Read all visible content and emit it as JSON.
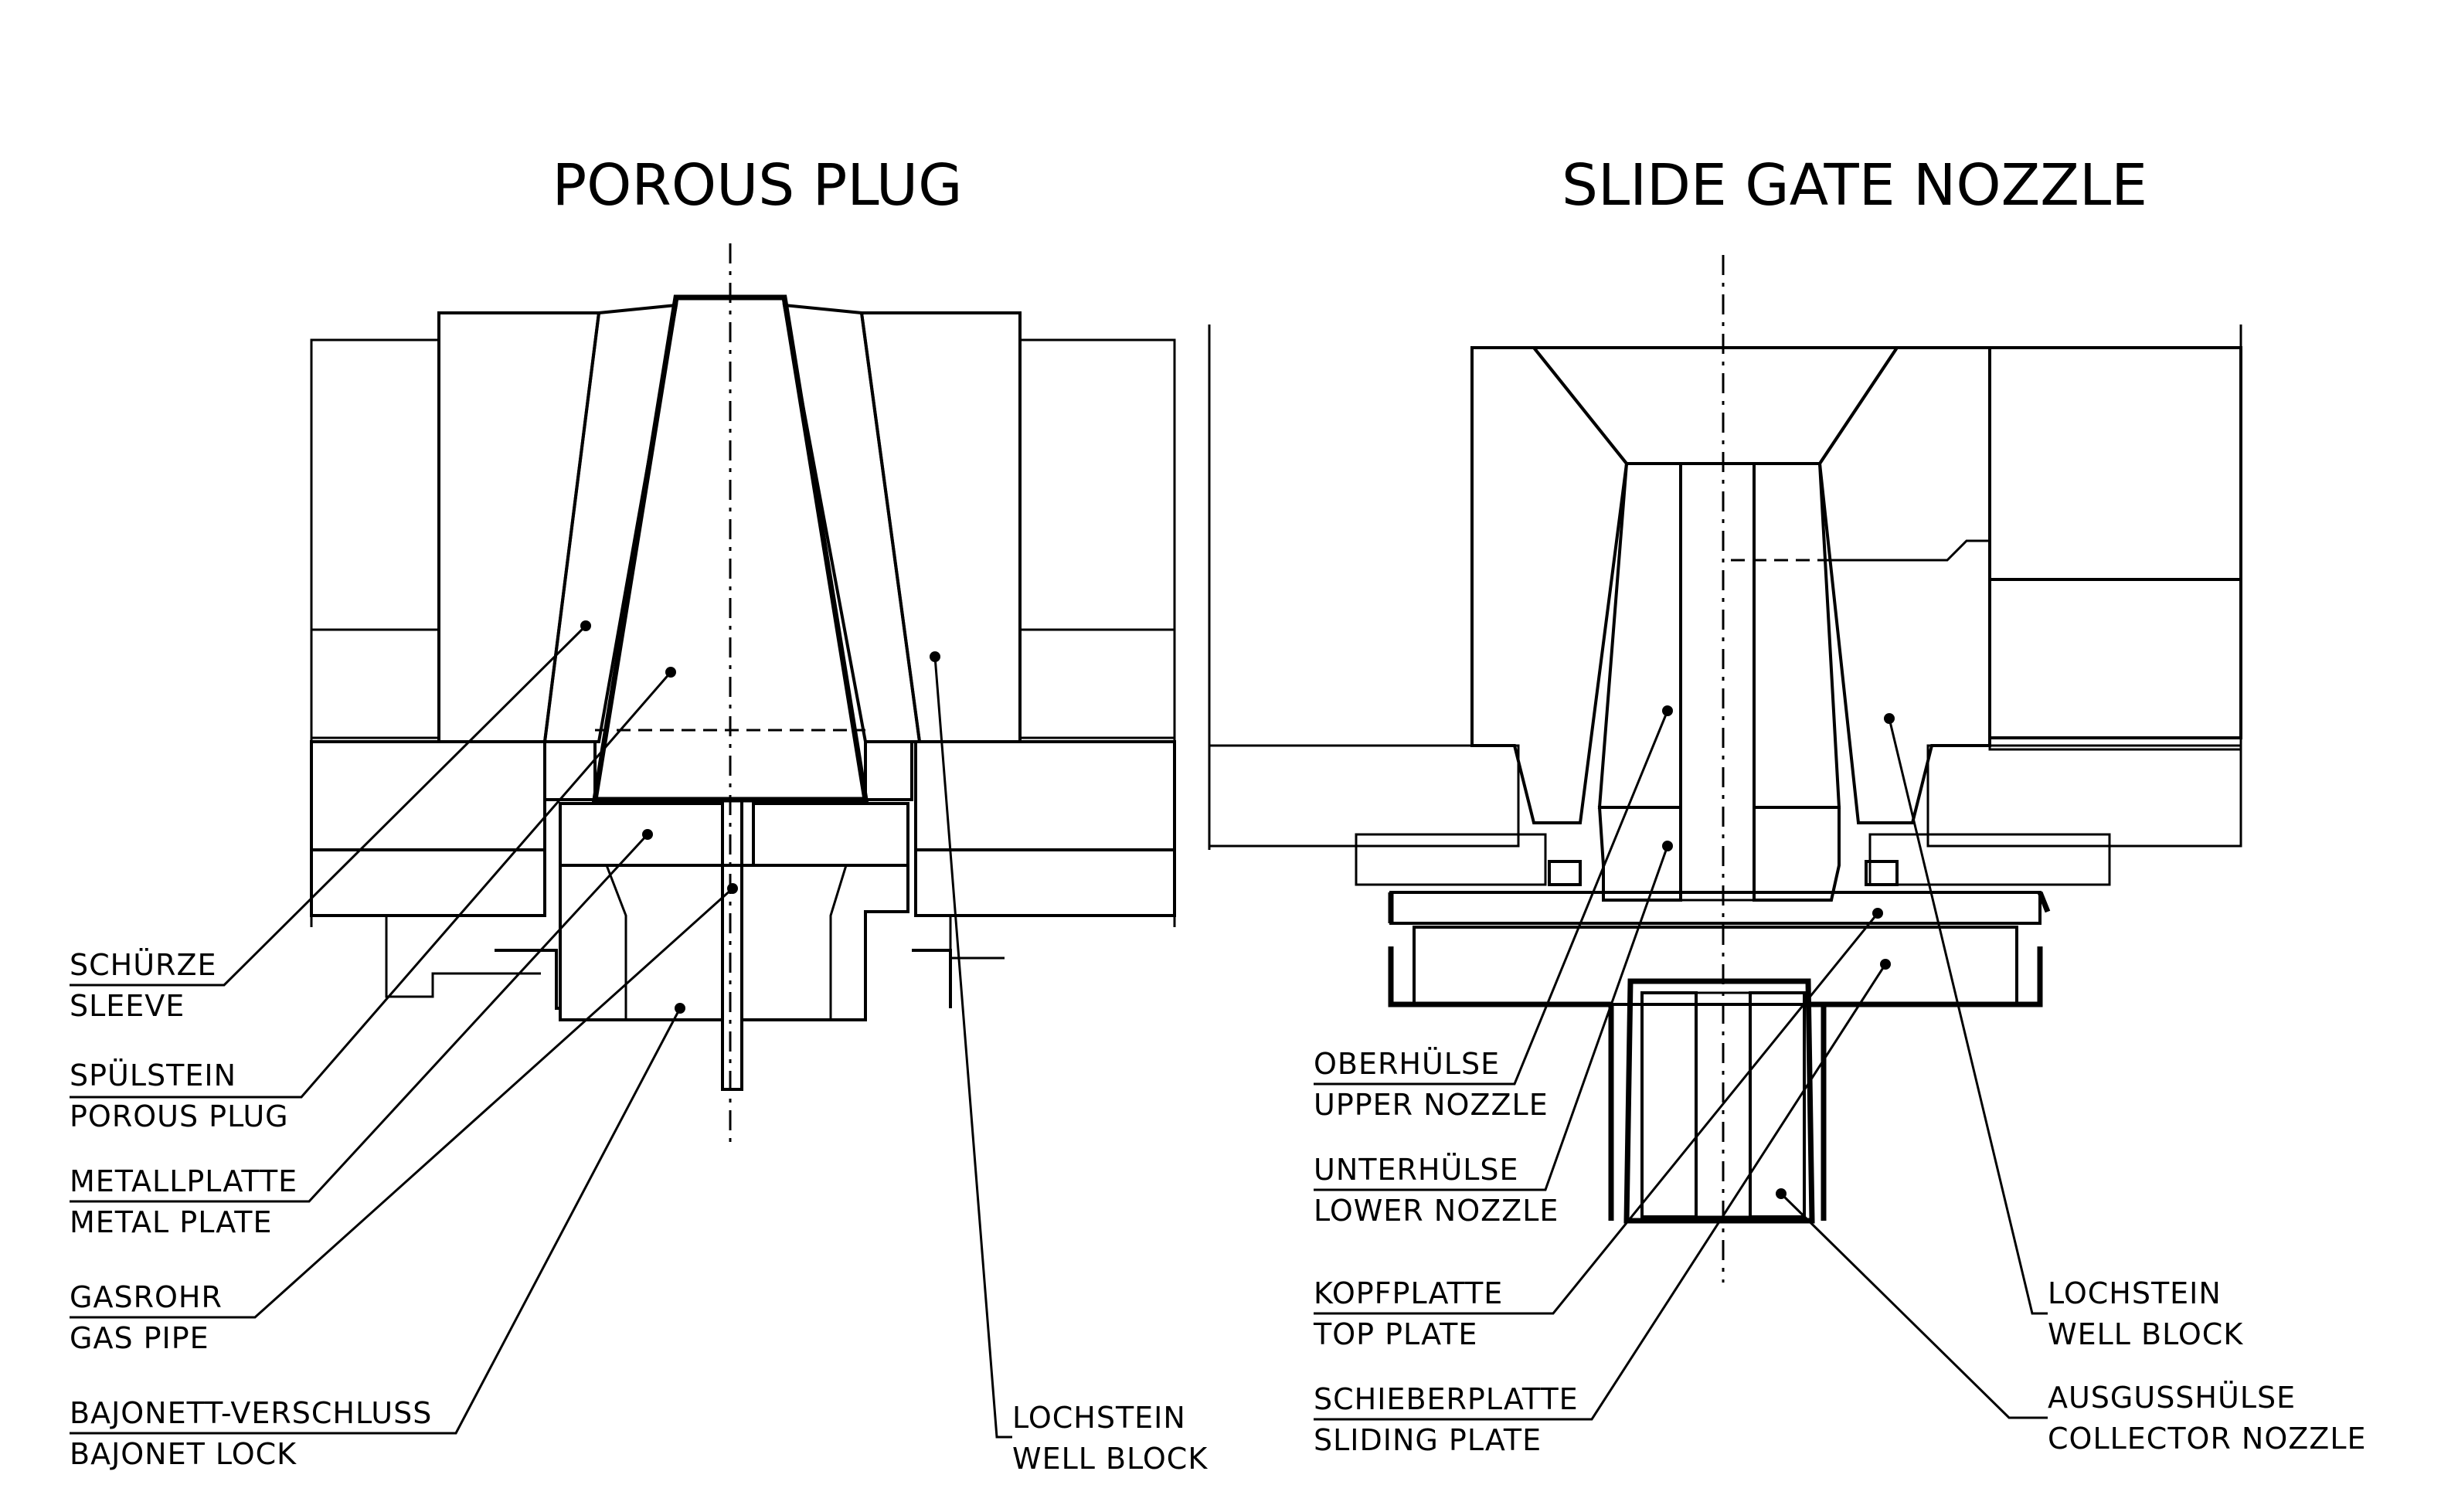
{
  "titles": {
    "left": "POROUS PLUG",
    "right": "SLIDE GATE NOZZLE"
  },
  "labels_left": [
    {
      "de": "SCHÜRZE",
      "en": "SLEEVE"
    },
    {
      "de": "SPÜLSTEIN",
      "en": "POROUS PLUG"
    },
    {
      "de": "METALLPLATTE",
      "en": "METAL PLATE"
    },
    {
      "de": "GASROHR",
      "en": "GAS PIPE"
    },
    {
      "de": "BAJONETT-VERSCHLUSS",
      "en": "BAJONET LOCK"
    },
    {
      "de": "LOCHSTEIN",
      "en": "WELL BLOCK"
    }
  ],
  "labels_right": [
    {
      "de": "OBERHÜLSE",
      "en": "UPPER NOZZLE"
    },
    {
      "de": "UNTERHÜLSE",
      "en": "LOWER NOZZLE"
    },
    {
      "de": "KOPFPLATTE",
      "en": "TOP PLATE"
    },
    {
      "de": "SCHIEBERPLATTE",
      "en": "SLIDING PLATE"
    },
    {
      "de": "LOCHSTEIN",
      "en": "WELL BLOCK"
    },
    {
      "de": "AUSGUSSHÜLSE",
      "en": "COLLECTOR NOZZLE"
    }
  ],
  "colors": {
    "ink": "#000000",
    "paper": "#ffffff"
  }
}
